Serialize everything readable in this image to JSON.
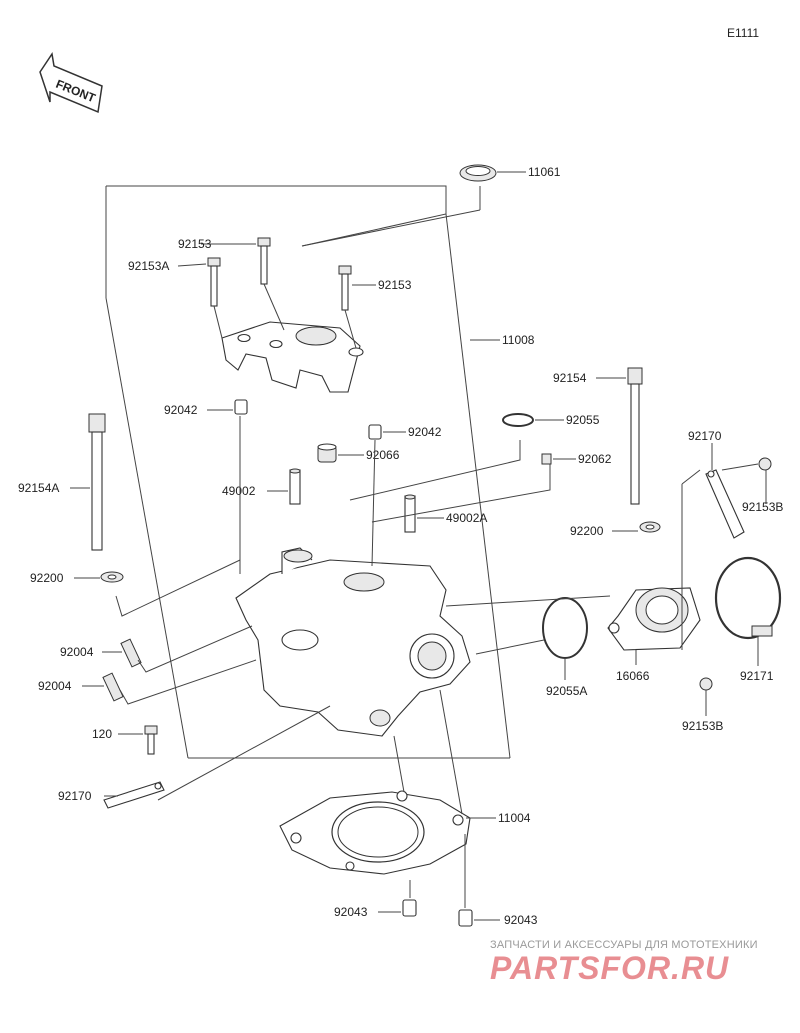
{
  "diagram_code": "E1111",
  "front_label": "FRONT",
  "callouts": {
    "p11061": "11061",
    "p11008": "11008",
    "p92153_a": "92153",
    "p92153A": "92153A",
    "p92153_b": "92153",
    "p92042_a": "92042",
    "p92042_b": "92042",
    "p92154": "92154",
    "p92055": "92055",
    "p92066": "92066",
    "p92062": "92062",
    "p49002": "49002",
    "p49002A": "49002A",
    "p92154A": "92154A",
    "p92170_top": "92170",
    "p92153B_top": "92153B",
    "p92200_right": "92200",
    "p92200_left": "92200",
    "p92004_a": "92004",
    "p92004_b": "92004",
    "p92055A": "92055A",
    "p16066": "16066",
    "p92171": "92171",
    "p92153B_bottom": "92153B",
    "p120": "120",
    "p92170_bottom": "92170",
    "p11004": "11004",
    "p92043_left": "92043",
    "p92043_right": "92043"
  },
  "watermark": {
    "line1": "ЗАПЧАСТИ И АКСЕССУАРЫ ДЛЯ МОТОТЕХНИКИ",
    "line2": "PARTSFOR.RU"
  }
}
